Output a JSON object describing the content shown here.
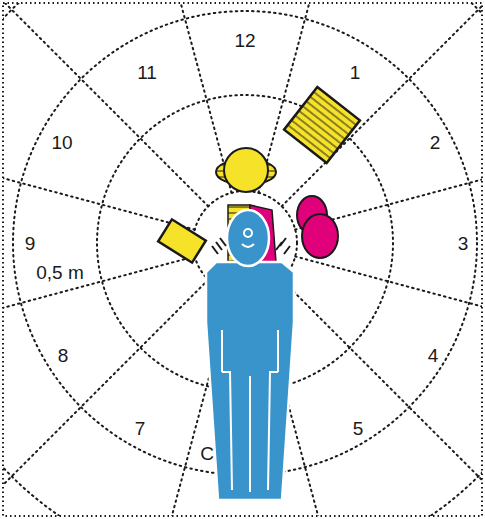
{
  "diagram": {
    "labels": [
      "12",
      "1",
      "2",
      "3",
      "4",
      "5",
      "7",
      "8",
      "9",
      "10",
      "11",
      "0,5 m",
      "C"
    ]
  }
}
